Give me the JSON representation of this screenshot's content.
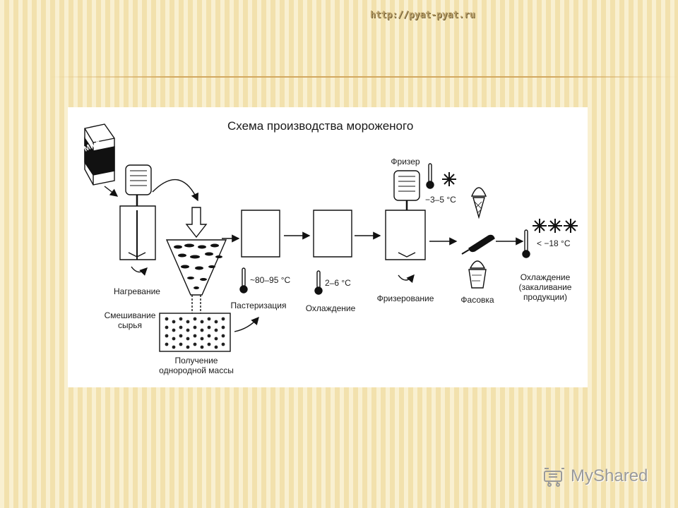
{
  "url": "http://pyat-pyat.ru",
  "diagram": {
    "title": "Схема производства мороженого",
    "milk_label": "MILK",
    "labels": {
      "heating": "Нагревание",
      "mixing": "Смешивание\nсырья",
      "homogeneous": "Получение\nоднородной массы",
      "pasteurization": "Пастеризация",
      "cooling": "Охлаждение",
      "freezer": "Фризер",
      "freezing": "Фризерование",
      "packing": "Фасовка",
      "hardening": "Охлаждение\n(закаливание\nпродукции)"
    },
    "temps": {
      "pasteurization": "~80–95 °C",
      "cooling": "2–6 °C",
      "freezer": "−3–5 °C",
      "hardening": "< −18 °C"
    }
  },
  "logo": {
    "text": "MyShared",
    "icon": "myshared-logo-icon"
  }
}
